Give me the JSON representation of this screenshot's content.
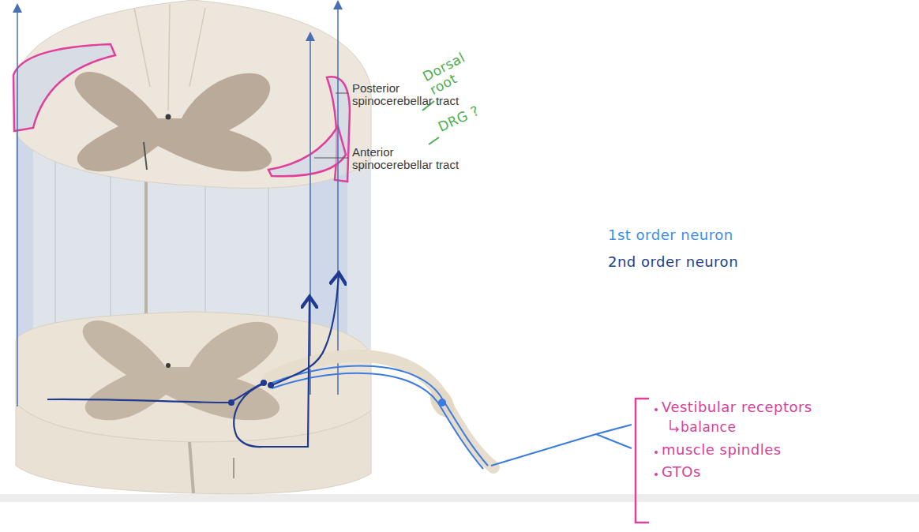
{
  "diagram": {
    "labels": [
      "Posterior spinocerebellar tract",
      "Anterior spinocerebellar tract",
      "Dorsal root",
      "DRG ?",
      "1st order neuron",
      "2nd order neuron",
      "Vestibular receptors",
      "balance",
      "muscle spindles",
      "GTOs"
    ]
  }
}
